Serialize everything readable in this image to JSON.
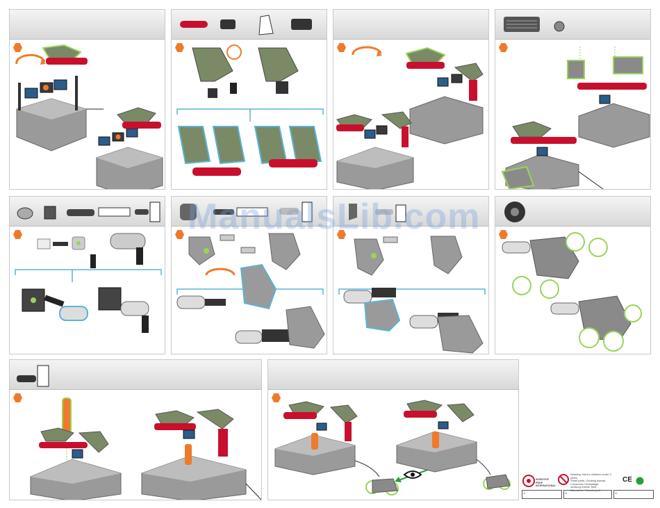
{
  "watermark": "ManualsLib.com",
  "legal": {
    "brand": "INVENTIVE PROP INTERNATIONAL",
    "warning_lines": [
      "Warning: Not for children under 3 years.",
      "Small parts. Choking hazard.",
      "Conservez l'emballage.",
      "Achtung! Kleine Teile.",
      "Attenzione. Piccole parti.",
      "Advertencia: piezas pequeñas."
    ],
    "mark_ce": "CE",
    "box_labels": [
      "⚠",
      "⚠",
      "⚠"
    ]
  },
  "colors": {
    "accent_orange": "#f07a2b",
    "part_red": "#c8102e",
    "highlight_green": "#9ad35a",
    "connector_blue": "#5ab4d6",
    "base_gray": "#8e8e8e",
    "dark_gray": "#3a3a3a"
  }
}
